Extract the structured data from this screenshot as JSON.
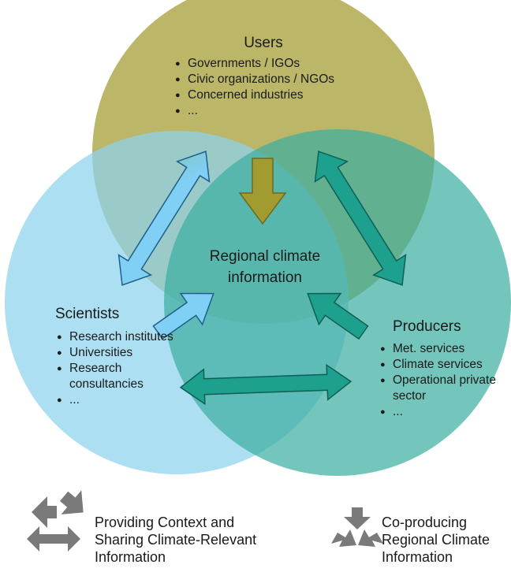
{
  "users": {
    "title": "Users",
    "items": [
      "Governments / IGOs",
      "Civic organizations / NGOs",
      "Concerned industries",
      "..."
    ]
  },
  "scientists": {
    "title": "Scientists",
    "items": [
      "Research institutes",
      "Universities",
      "Research consultancies",
      "..."
    ]
  },
  "producers": {
    "title": "Producers",
    "items": [
      "Met. services",
      "Climate services",
      "Operational private sector",
      "..."
    ]
  },
  "center": {
    "label": "Regional climate information"
  },
  "legend": {
    "context": {
      "label": "Providing Context and Sharing Climate-Relevant Information",
      "icon": "recycle-arrows-icon"
    },
    "coproduce": {
      "label": "Co-producing Regional Climate Information",
      "icon": "converging-arrows-icon"
    }
  },
  "colors": {
    "users": "#a9a13e",
    "scientists": "#8ed3ef",
    "producers": "#3eaea1",
    "legend_icon": "#7a7a7a"
  }
}
